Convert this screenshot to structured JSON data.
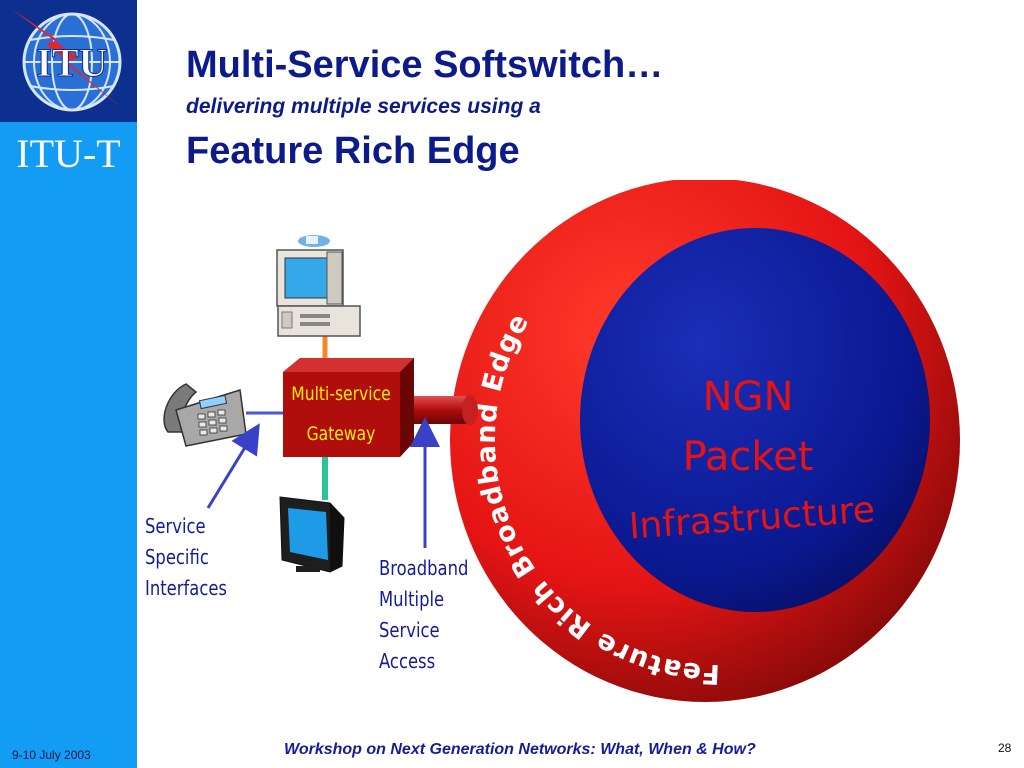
{
  "slide": {
    "logo_text": "ITU",
    "brand": "ITU-T",
    "title_line1": "Multi-Service Softswitch…",
    "title_line2": "delivering multiple services using a",
    "title_line3": "Feature Rich Edge",
    "footer_date": "9-10 July 2003",
    "footer_title": "Workshop on Next Generation Networks: What, When & How?",
    "page_number": "28"
  },
  "diagram": {
    "gateway_line1": "Multi-service",
    "gateway_line2": "Gateway",
    "ring_text": "Feature Rich Broadband Edge",
    "core_line1": "NGN",
    "core_line2": "Packet",
    "core_line3": "Infrastructure",
    "label_service_specific": [
      "Service",
      "Specific",
      "Interfaces"
    ],
    "label_broadband": [
      "Broadband",
      "Multiple",
      "Service",
      "Access"
    ]
  },
  "colors": {
    "sidebar": "#129cf3",
    "logo_box": "#0d2f8f",
    "title": "#0d1a8a",
    "edge_red": "#e41414",
    "core_blue": "#0a1890",
    "gateway": "#b00d0d",
    "gateway_text": "#ffee00",
    "core_text": "#e41414"
  }
}
